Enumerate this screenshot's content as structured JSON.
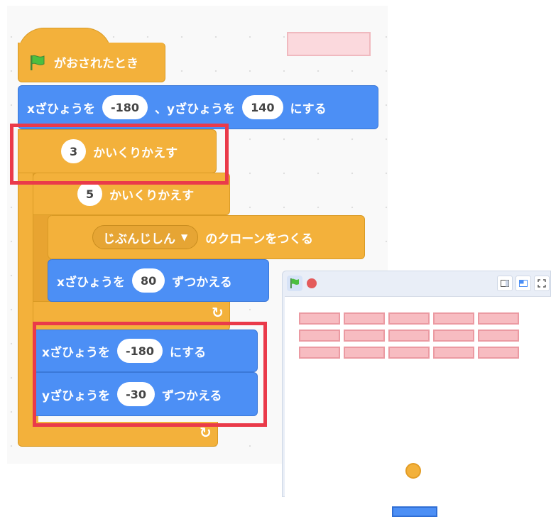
{
  "colors": {
    "events": "#f3b13b",
    "motion": "#4c8ff5",
    "control": "#f3b13b",
    "highlight": "#ea3a4a",
    "brick": "#f7bcc1",
    "paddle": "#4c8ff5",
    "ball": "#f3b13b"
  },
  "hat": {
    "label": "がおされたとき",
    "icon": "green-flag-icon"
  },
  "goto_block": {
    "x_label": "xざひょうを",
    "x_value": "-180",
    "sep": "、yざひょうを",
    "y_value": "140",
    "suffix": "にする"
  },
  "repeat_outer": {
    "value": "3",
    "label": "かいくりかえす"
  },
  "repeat_inner": {
    "value": "5",
    "label": "かいくりかえす"
  },
  "clone_block": {
    "target": "じぶんじしん",
    "label": "のクローンをつくる"
  },
  "change_x_block": {
    "label": "xざひょうを",
    "value": "80",
    "suffix": "ずつかえる"
  },
  "set_x_block": {
    "label": "xざひょうを",
    "value": "-180",
    "suffix": "にする"
  },
  "change_y_block": {
    "label": "yざひょうを",
    "value": "-30",
    "suffix": "ずつかえる"
  },
  "stage": {
    "controls": {
      "flag_icon": "green-flag-icon",
      "stop_icon": "stop-icon",
      "view_icons": [
        "small-stage-icon",
        "normal-stage-icon",
        "fullscreen-icon"
      ]
    },
    "bricks": {
      "rows": 3,
      "cols": 5
    }
  }
}
